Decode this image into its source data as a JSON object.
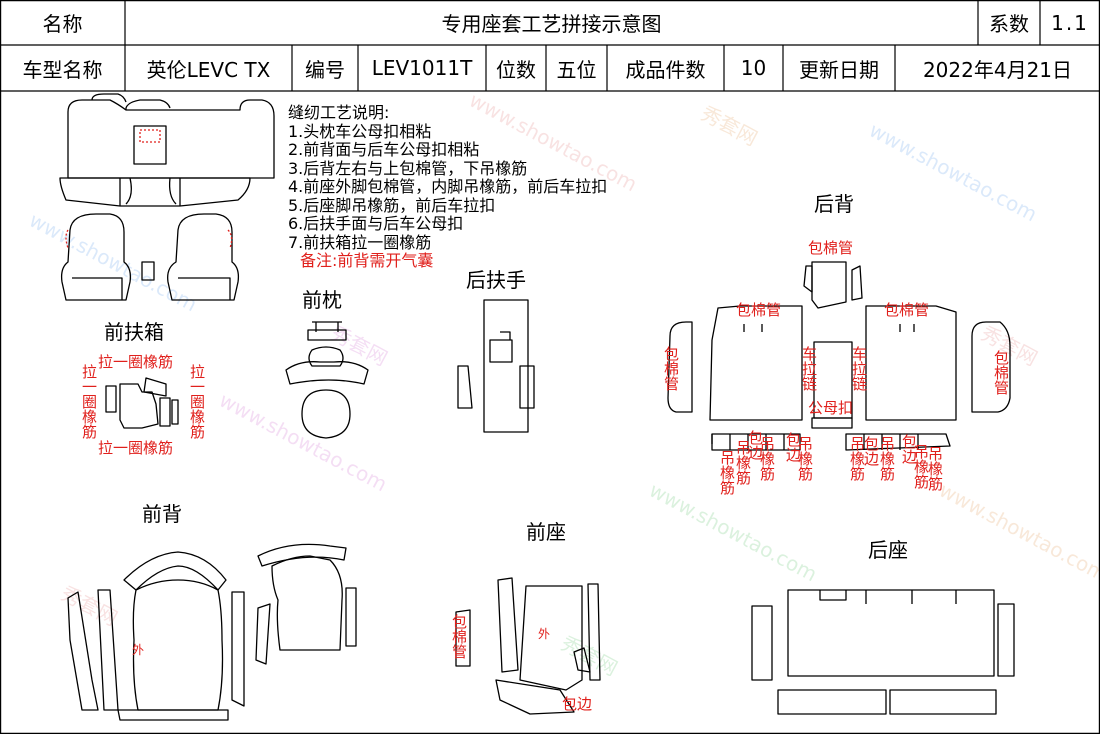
{
  "header": {
    "name_label": "名称",
    "doc_title": "专用座套工艺拼接示意图",
    "coef_label": "系数",
    "coef_value": "1.1",
    "model_label": "车型名称",
    "model_value": "英伦LEVC TX",
    "code_label": "编号",
    "code_value": "LEV1011T",
    "seats_label": "位数",
    "seats_value": "五位",
    "pieces_label": "成品件数",
    "pieces_value": "10",
    "date_label": "更新日期",
    "date_value": "2022年4月21日"
  },
  "notes": {
    "title": "缝纫工艺说明:",
    "items": [
      "1.头枕车公母扣相粘",
      "2.前背面与后车公母扣相粘",
      "3.后背左右与上包棉管，下吊橡筋",
      "4.前座外脚包棉管，内脚吊橡筋，前后车拉扣",
      "5.后座脚吊橡筋，前后车拉扣",
      "6.后扶手面与后车公母扣",
      "7.前扶箱拉一圈橡筋"
    ],
    "remark": "备注:前背需开气囊"
  },
  "sections": {
    "front_armrest": "前扶箱",
    "front_headrest": "前枕",
    "rear_armrest": "后扶手",
    "rear_back": "后背",
    "front_back": "前背",
    "front_seat": "前座",
    "rear_seat": "后座"
  },
  "annotations": {
    "pull_ring_top": "拉一圈橡筋",
    "pull_ring_bottom": "拉一圈橡筋",
    "pull_ring_left": "拉一圈橡筋",
    "pull_ring_right": "拉一圈橡筋",
    "tube_top_center": "包棉管",
    "tube_left": "包棉管",
    "tube_right": "包棉管",
    "tube_side_left": "包棉管",
    "tube_side_right": "包棉管",
    "zipper_left": "车拉链",
    "zipper_right": "车拉链",
    "snap": "公母扣",
    "hang_elastic": "吊橡筋",
    "hang_elastic_2": "吊橡筋",
    "hang_elastic_3": "吊橡筋",
    "hang_elastic_4": "吊橡筋",
    "hang_elastic_5": "吊橡筋",
    "hang_elastic_6": "吊橡筋",
    "hang_elastic_7": "吊橡筋",
    "hang_elastic_8": "吊橡筋",
    "hem_1": "包边",
    "hem_2": "包边",
    "hem_3": "包边",
    "hem_4": "包边",
    "outer_back": "外",
    "outer_seat": "外",
    "tube_front_seat": "包棉管",
    "hem_front_seat": "包边"
  },
  "watermark": {
    "text_url": "www.showtao.com",
    "text_cn": "秀套网"
  },
  "colors": {
    "line": "#000000",
    "annotation": "#e0201c",
    "dotted": "#e0201c"
  }
}
